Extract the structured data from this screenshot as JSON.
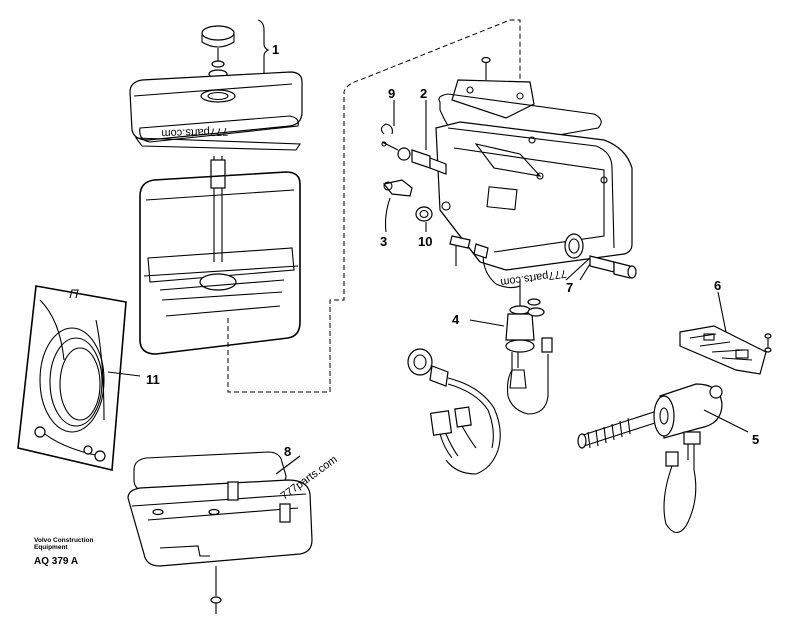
{
  "callouts": {
    "c1": "1",
    "c2": "2",
    "c3": "3",
    "c4": "4",
    "c5": "5",
    "c6": "6",
    "c7": "7",
    "c8": "8",
    "c9": "9",
    "c10": "10",
    "c11": "11"
  },
  "watermarks": {
    "w1": "777parts.com",
    "w2": "777parts.com",
    "w3": "777parts.com"
  },
  "caption": {
    "maker_line1": "Volvo Construction",
    "maker_line2": "Equipment",
    "code": "AQ 379 A"
  }
}
